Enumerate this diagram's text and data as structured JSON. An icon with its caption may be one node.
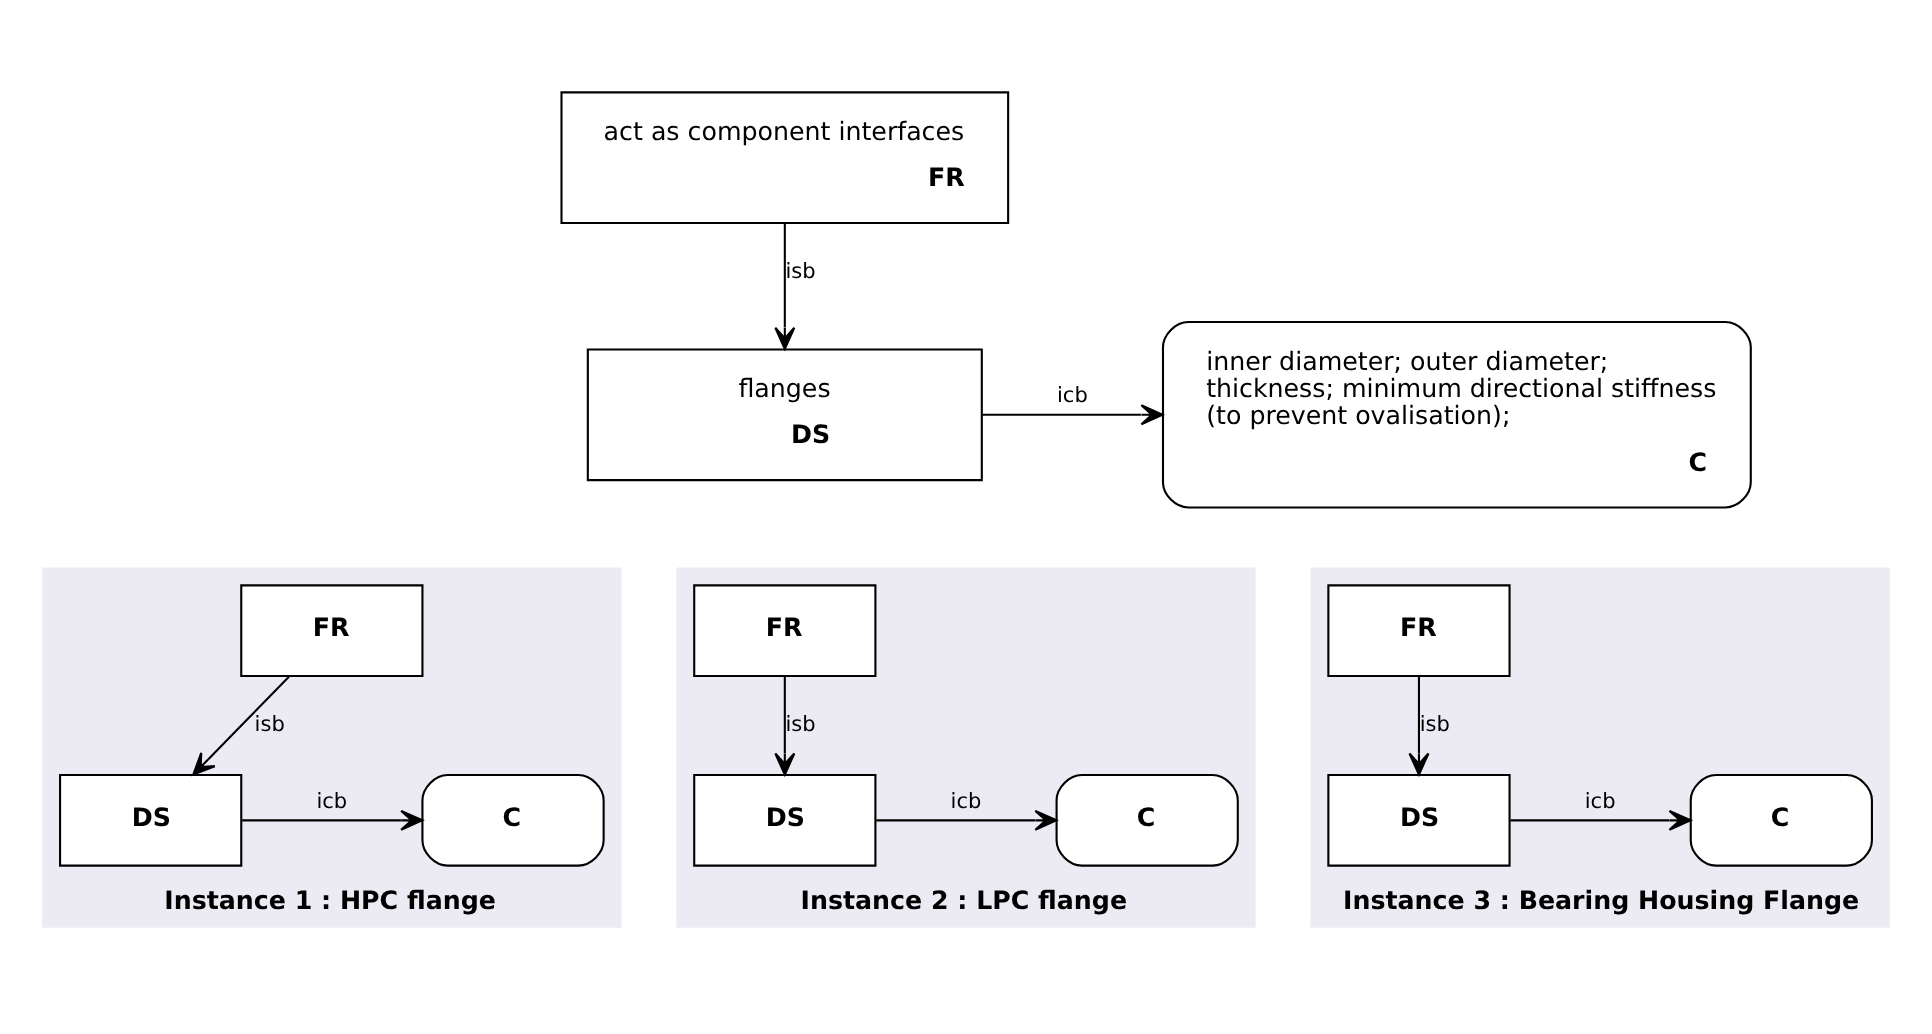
{
  "diagram": {
    "nodes": [
      {
        "text": [
          "act as component interfaces",
          "FR"
        ]
      },
      {
        "text": [
          "flanges",
          "DS"
        ]
      },
      {
        "text": [
          "inner diameter; outer diameter; thickness; minimum directional stiffness (to prevent ovalisation);",
          "C"
        ]
      },
      {
        "text": [
          "Instance 1 : HPC flange"
        ]
      },
      {
        "text": [
          "FR"
        ],
        "in": 3
      },
      {
        "text": [
          "DS"
        ],
        "in": 3
      },
      {
        "text": [
          "C"
        ],
        "in": 3
      },
      {
        "text": [
          "Instance 2 : LPC flange"
        ]
      },
      {
        "text": [
          "FR"
        ],
        "in": 7
      },
      {
        "text": [
          "DS"
        ],
        "in": 7
      },
      {
        "text": [
          "C"
        ],
        "in": 7
      },
      {
        "text": [
          "Instance 3 : Bearing Housing Flange"
        ]
      },
      {
        "text": [
          "FR"
        ],
        "in": 11
      },
      {
        "text": [
          "DS"
        ],
        "in": 11
      },
      {
        "text": [
          "C"
        ],
        "in": 11
      }
    ],
    "edges": [
      {
        "from": 0,
        "to": 1,
        "arrow": "to",
        "label": "isb"
      },
      {
        "from": 1,
        "to": 2,
        "arrow": "to",
        "label": "icb"
      },
      {
        "from": 4,
        "to": 5,
        "arrow": "to",
        "label": "isb"
      },
      {
        "from": 5,
        "to": 6,
        "arrow": "to",
        "label": "icb"
      },
      {
        "from": 8,
        "to": 9,
        "arrow": "to",
        "label": "isb"
      },
      {
        "from": 9,
        "to": 10,
        "arrow": "to",
        "label": "icb"
      },
      {
        "from": 12,
        "to": 13,
        "arrow": "to",
        "label": "isb"
      },
      {
        "from": 13,
        "to": 14,
        "arrow": "to",
        "label": "icb"
      }
    ]
  }
}
